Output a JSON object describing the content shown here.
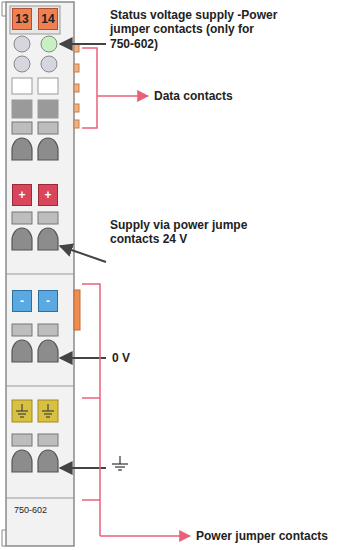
{
  "diagram": {
    "nodes": [
      {
        "text": [
          "13"
        ]
      },
      {
        "text": [
          "14"
        ]
      },
      {
        "text": [
          "+"
        ]
      },
      {
        "text": [
          "+"
        ]
      },
      {
        "text": [
          "-"
        ]
      },
      {
        "text": [
          "-"
        ]
      }
    ],
    "labels": [
      "Status voltage supply -Power jumper contacts (only for 750-602)",
      "Data contacts",
      "Supply via power jumpe contacts 24 V",
      "0 V",
      "Power jumper contacts",
      "750-602"
    ]
  }
}
